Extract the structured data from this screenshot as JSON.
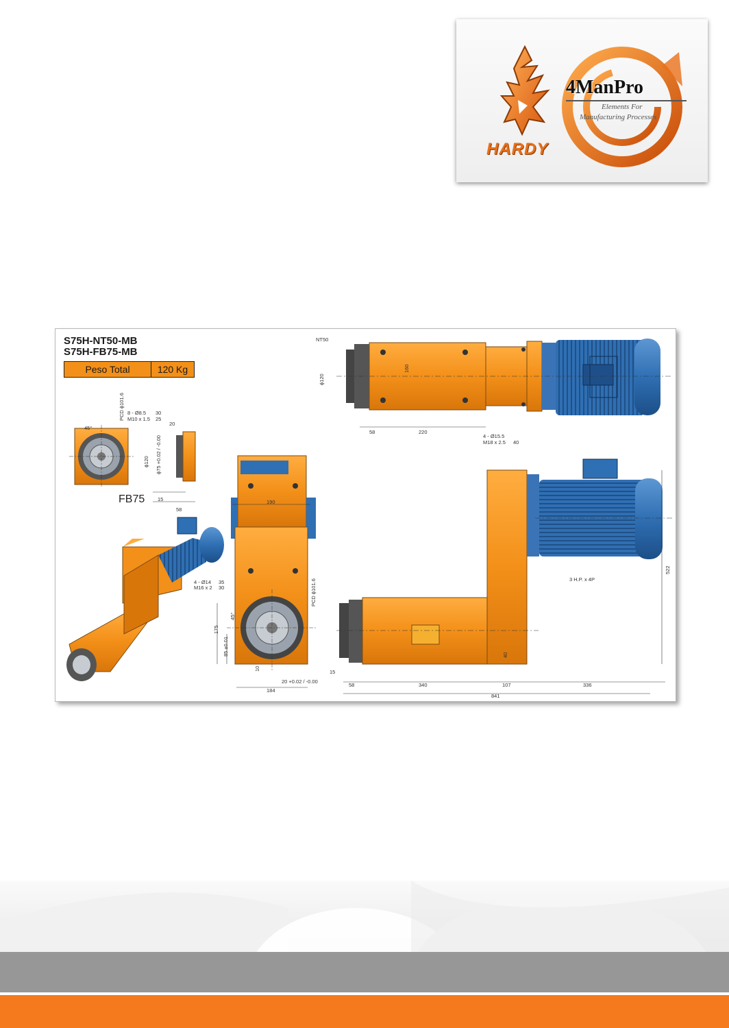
{
  "logos": {
    "hardy_name": "HARDY",
    "manpro_name": "4ManPro",
    "manpro_tagline_line1": "Elements For",
    "manpro_tagline_line2": "Manufacturing Processes"
  },
  "drawing": {
    "model_1": "S75H-NT50-MB",
    "model_2": "S75H-FB75-MB",
    "weight_label": "Peso Total",
    "weight_value": "120 Kg",
    "view_label_fb75": "FB75",
    "callouts": {
      "nt50": "NT50",
      "pcd_flange": "PCD ϕ101.6",
      "pcd_front": "PCD ϕ101.6",
      "holes_8": "8 - Ø8.5",
      "holes_8_depth": "30",
      "thread_m10": "M10 x 1.5",
      "thread_m10_depth": "25",
      "holes_4_155": "4 - Ø15.5",
      "thread_m18": "M18 x 2.5",
      "thread_m18_depth": "40",
      "holes_4_14": "4 - Ø14",
      "holes_4_14_depth": "35",
      "thread_m16": "M16 x 2",
      "thread_m16_depth": "30",
      "motor_spec": "3 H.P. x 4P",
      "angle_45a": "45°",
      "angle_45b": "45°"
    },
    "dims": {
      "d120_top": "ϕ120",
      "d160": "160",
      "d58_top": "58",
      "d220": "220",
      "d20_flange": "20",
      "d120_flange": "ϕ120",
      "d75_flange": "ϕ75 +0.02 / -0.00",
      "d15_flange": "15",
      "d58_flange": "58",
      "d190": "190",
      "d175": "175",
      "d85": "85 ±0.01",
      "d10": "10",
      "d20_key": "20 +0.02 / -0.00",
      "d184": "184",
      "d522": "522",
      "d40": "40",
      "d15_side": "15",
      "d58_side": "58",
      "d340": "340",
      "d107": "107",
      "d336": "336",
      "d841": "841"
    }
  },
  "colors": {
    "accent_orange": "#f47a1d",
    "housing_orange": "#f39019",
    "motor_blue": "#2f6fb3",
    "footer_grey": "#979797"
  }
}
